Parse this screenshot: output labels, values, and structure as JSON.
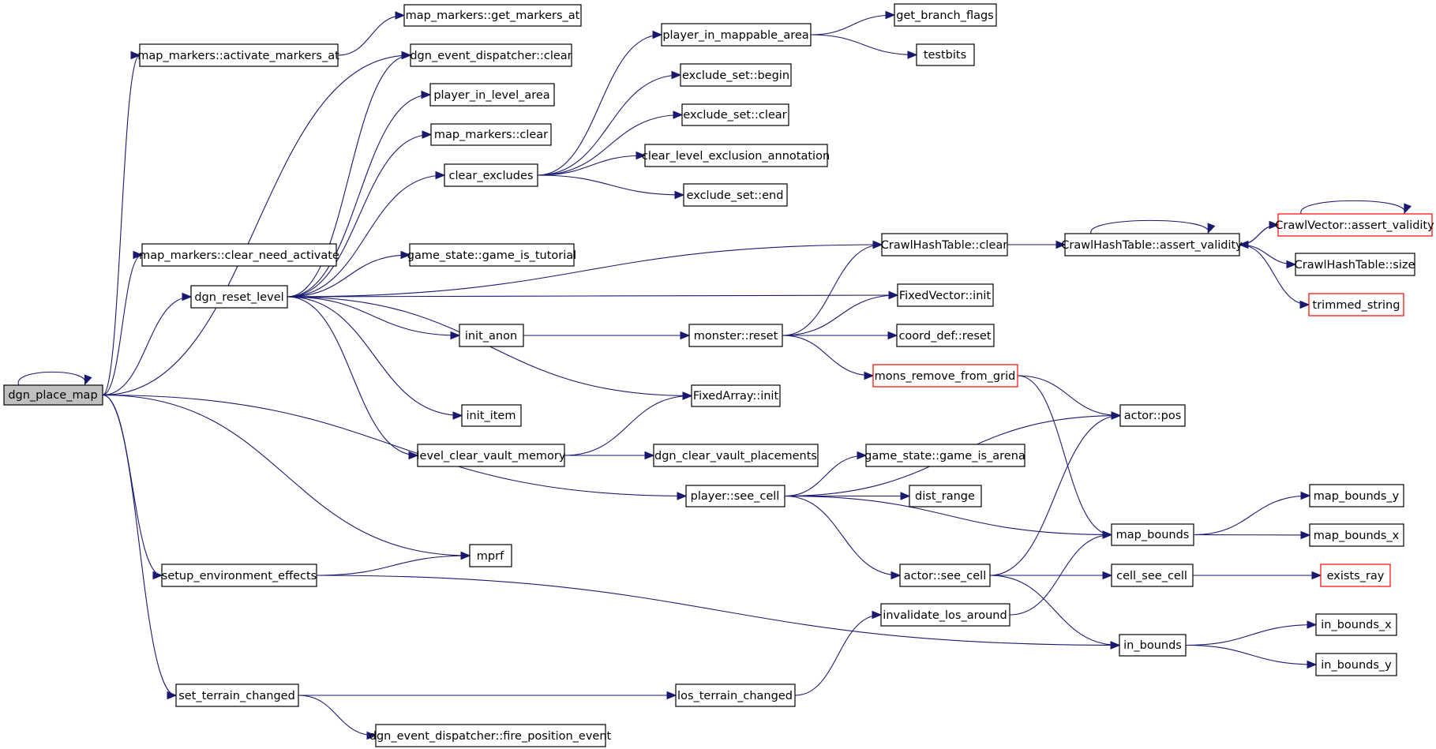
{
  "colors": {
    "edge": "#191970",
    "node_border": "#000000",
    "truncated_border": "#ff0000",
    "root_fill": "#bfbfbf"
  },
  "nodes": {
    "dgn_place_map": "dgn_place_map",
    "map_markers_activate_markers_at": "map_markers::activate_markers_at",
    "map_markers_get_markers_at": "map_markers::get_markers_at",
    "dgn_event_dispatcher_clear": "dgn_event_dispatcher::clear",
    "player_in_level_area": "player_in_level_area",
    "map_markers_clear": "map_markers::clear",
    "clear_excludes": "clear_excludes",
    "player_in_mappable_area": "player_in_mappable_area",
    "get_branch_flags": "get_branch_flags",
    "testbits": "testbits",
    "exclude_set_begin": "exclude_set::begin",
    "exclude_set_clear": "exclude_set::clear",
    "clear_level_exclusion_annotation": "clear_level_exclusion_annotation",
    "exclude_set_end": "exclude_set::end",
    "map_markers_clear_need_activate": "map_markers::clear_need_activate",
    "dgn_reset_level": "dgn_reset_level",
    "game_state_game_is_tutorial": "game_state::game_is_tutorial",
    "crawlhashtable_clear": "CrawlHashTable::clear",
    "crawlhashtable_assert_validity": "CrawlHashTable::assert_validity",
    "crawlvector_assert_validity": "CrawlVector::assert_validity",
    "crawlhashtable_size": "CrawlHashTable::size",
    "trimmed_string": "trimmed_string",
    "fixedvector_init": "FixedVector::init",
    "init_anon": "init_anon",
    "monster_reset": "monster::reset",
    "coord_def_reset": "coord_def::reset",
    "mons_remove_from_grid": "mons_remove_from_grid",
    "fixedarray_init": "FixedArray::init",
    "init_item": "init_item",
    "actor_pos": "actor::pos",
    "level_clear_vault_memory": "level_clear_vault_memory",
    "dgn_clear_vault_placements": "dgn_clear_vault_placements",
    "game_state_game_is_arena": "game_state::game_is_arena",
    "player_see_cell": "player::see_cell",
    "dist_range": "dist_range",
    "map_bounds_y": "map_bounds_y",
    "map_bounds": "map_bounds",
    "map_bounds_x": "map_bounds_x",
    "mprf": "mprf",
    "setup_environment_effects": "setup_environment_effects",
    "actor_see_cell": "actor::see_cell",
    "cell_see_cell": "cell_see_cell",
    "exists_ray": "exists_ray",
    "invalidate_los_around": "invalidate_los_around",
    "in_bounds_x": "in_bounds_x",
    "in_bounds": "in_bounds",
    "in_bounds_y": "in_bounds_y",
    "set_terrain_changed": "set_terrain_changed",
    "los_terrain_changed": "los_terrain_changed",
    "dgn_event_dispatcher_fire_position_event": "dgn_event_dispatcher::fire_position_event"
  },
  "edges": [
    [
      "dgn_place_map",
      "dgn_place_map"
    ],
    [
      "dgn_place_map",
      "map_markers_activate_markers_at"
    ],
    [
      "dgn_place_map",
      "dgn_event_dispatcher_clear"
    ],
    [
      "dgn_place_map",
      "map_markers_clear_need_activate"
    ],
    [
      "dgn_place_map",
      "dgn_reset_level"
    ],
    [
      "dgn_place_map",
      "player_see_cell"
    ],
    [
      "dgn_place_map",
      "mprf"
    ],
    [
      "dgn_place_map",
      "setup_environment_effects"
    ],
    [
      "dgn_place_map",
      "set_terrain_changed"
    ],
    [
      "map_markers_activate_markers_at",
      "map_markers_get_markers_at"
    ],
    [
      "dgn_reset_level",
      "dgn_event_dispatcher_clear"
    ],
    [
      "dgn_reset_level",
      "player_in_level_area"
    ],
    [
      "dgn_reset_level",
      "map_markers_clear"
    ],
    [
      "dgn_reset_level",
      "clear_excludes"
    ],
    [
      "dgn_reset_level",
      "crawlhashtable_clear"
    ],
    [
      "dgn_reset_level",
      "game_state_game_is_tutorial"
    ],
    [
      "dgn_reset_level",
      "fixedvector_init"
    ],
    [
      "dgn_reset_level",
      "init_anon"
    ],
    [
      "dgn_reset_level",
      "fixedarray_init"
    ],
    [
      "dgn_reset_level",
      "init_item"
    ],
    [
      "dgn_reset_level",
      "level_clear_vault_memory"
    ],
    [
      "clear_excludes",
      "player_in_mappable_area"
    ],
    [
      "clear_excludes",
      "exclude_set_begin"
    ],
    [
      "clear_excludes",
      "exclude_set_clear"
    ],
    [
      "clear_excludes",
      "clear_level_exclusion_annotation"
    ],
    [
      "clear_excludes",
      "exclude_set_end"
    ],
    [
      "player_in_mappable_area",
      "get_branch_flags"
    ],
    [
      "player_in_mappable_area",
      "testbits"
    ],
    [
      "crawlhashtable_clear",
      "crawlhashtable_assert_validity"
    ],
    [
      "crawlhashtable_assert_validity",
      "crawlhashtable_assert_validity"
    ],
    [
      "crawlhashtable_assert_validity",
      "crawlvector_assert_validity"
    ],
    [
      "crawlhashtable_assert_validity",
      "crawlhashtable_size"
    ],
    [
      "crawlhashtable_assert_validity",
      "trimmed_string"
    ],
    [
      "crawlvector_assert_validity",
      "crawlhashtable_assert_validity"
    ],
    [
      "crawlvector_assert_validity",
      "crawlvector_assert_validity"
    ],
    [
      "init_anon",
      "monster_reset"
    ],
    [
      "monster_reset",
      "crawlhashtable_clear"
    ],
    [
      "monster_reset",
      "fixedvector_init"
    ],
    [
      "monster_reset",
      "coord_def_reset"
    ],
    [
      "monster_reset",
      "mons_remove_from_grid"
    ],
    [
      "mons_remove_from_grid",
      "actor_pos"
    ],
    [
      "mons_remove_from_grid",
      "map_bounds"
    ],
    [
      "level_clear_vault_memory",
      "fixedarray_init"
    ],
    [
      "level_clear_vault_memory",
      "dgn_clear_vault_placements"
    ],
    [
      "player_see_cell",
      "actor_pos"
    ],
    [
      "player_see_cell",
      "game_state_game_is_arena"
    ],
    [
      "player_see_cell",
      "dist_range"
    ],
    [
      "player_see_cell",
      "map_bounds"
    ],
    [
      "player_see_cell",
      "actor_see_cell"
    ],
    [
      "map_bounds",
      "map_bounds_y"
    ],
    [
      "map_bounds",
      "map_bounds_x"
    ],
    [
      "actor_see_cell",
      "actor_pos"
    ],
    [
      "actor_see_cell",
      "cell_see_cell"
    ],
    [
      "actor_see_cell",
      "in_bounds"
    ],
    [
      "cell_see_cell",
      "exists_ray"
    ],
    [
      "setup_environment_effects",
      "mprf"
    ],
    [
      "setup_environment_effects",
      "in_bounds"
    ],
    [
      "invalidate_los_around",
      "map_bounds"
    ],
    [
      "in_bounds",
      "in_bounds_x"
    ],
    [
      "in_bounds",
      "in_bounds_y"
    ],
    [
      "set_terrain_changed",
      "los_terrain_changed"
    ],
    [
      "set_terrain_changed",
      "dgn_event_dispatcher_fire_position_event"
    ],
    [
      "los_terrain_changed",
      "invalidate_los_around"
    ]
  ]
}
